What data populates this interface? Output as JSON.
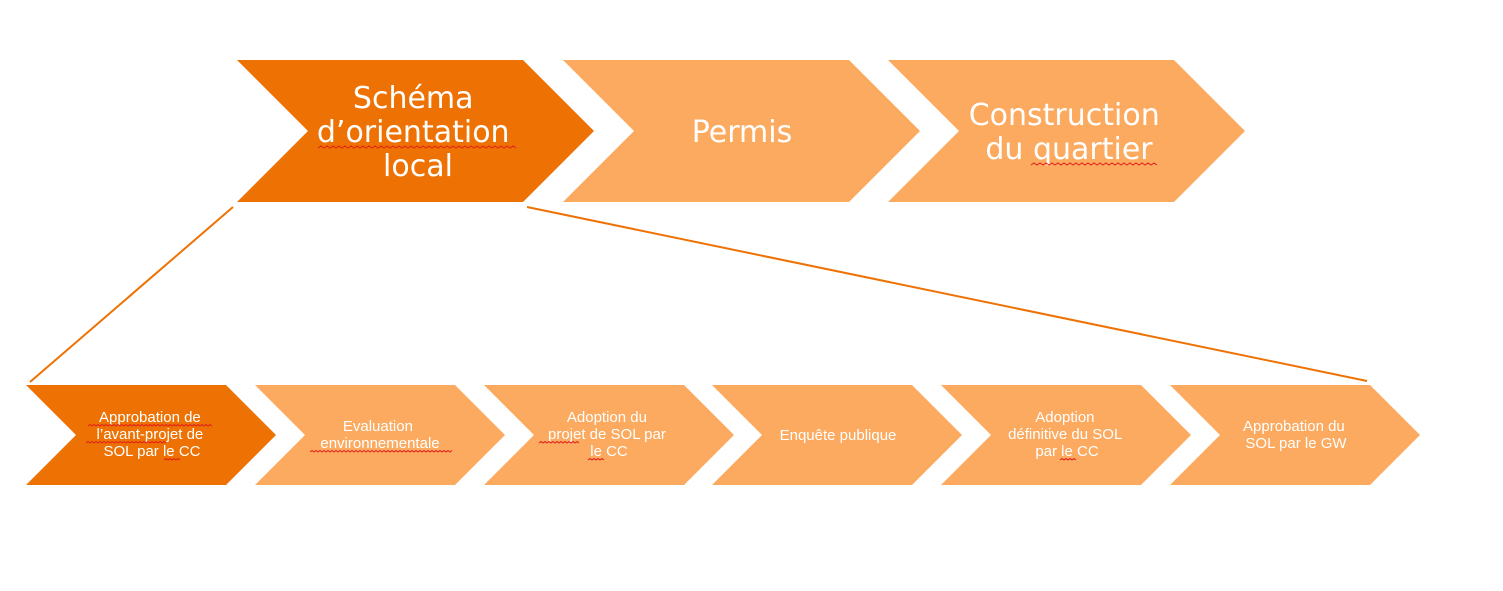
{
  "colors": {
    "dark_orange": "#EE7203",
    "light_orange": "#FBAA5F",
    "text": "#FFFFFF",
    "spellcheck_underline": "#E0201B"
  },
  "main_steps": [
    {
      "lines": [
        "Schéma",
        "d’orientation",
        "local"
      ],
      "style": "dark"
    },
    {
      "lines": [
        "Permis"
      ],
      "style": "light"
    },
    {
      "lines": [
        "Construction",
        "du quartier"
      ],
      "style": "light"
    }
  ],
  "sub_steps": [
    {
      "lines": [
        "Approbation de",
        "l’avant-projet de",
        "SOL par le CC"
      ],
      "style": "dark"
    },
    {
      "lines": [
        "Evaluation",
        "environnementale"
      ],
      "style": "light"
    },
    {
      "lines": [
        "Adoption du",
        "projet de SOL par",
        "le CC"
      ],
      "style": "light"
    },
    {
      "lines": [
        "Enquête publique"
      ],
      "style": "light"
    },
    {
      "lines": [
        "Adoption",
        "définitive du SOL",
        "par le CC"
      ],
      "style": "light"
    },
    {
      "lines": [
        "Approbation du",
        "SOL par le GW"
      ],
      "style": "light"
    }
  ]
}
